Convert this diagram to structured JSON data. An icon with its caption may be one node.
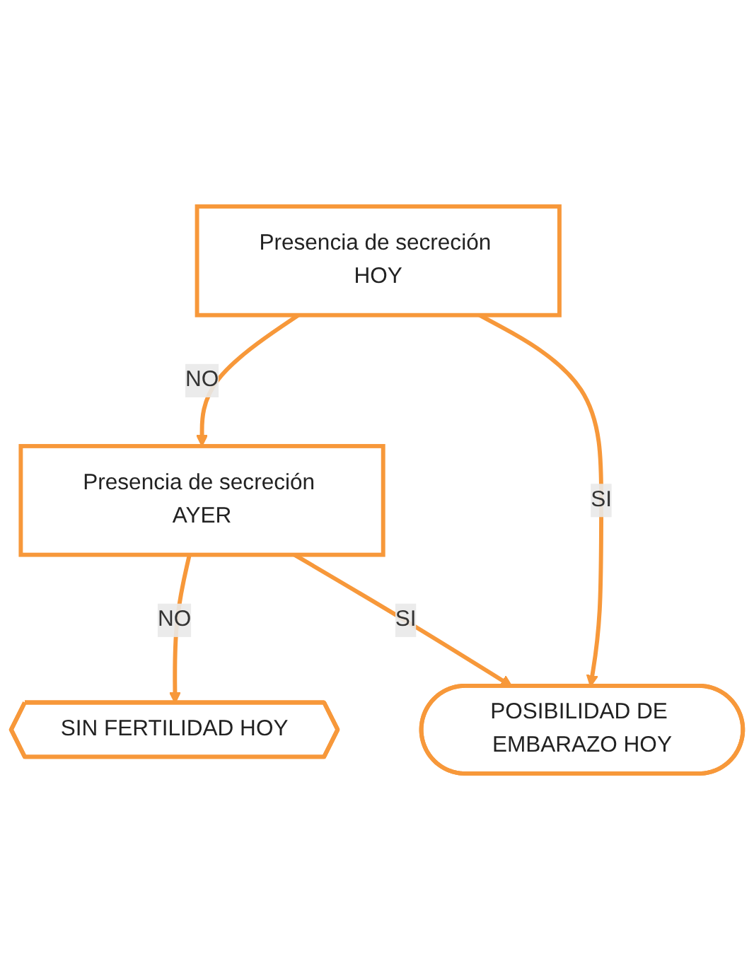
{
  "diagram": {
    "nodes": [
      {
        "text": [
          "Presencia de secreción HOY"
        ]
      },
      {
        "text": [
          "Presencia de secreción AYER"
        ]
      },
      {
        "text": [
          "SIN FERTILIDAD HOY"
        ]
      },
      {
        "text": [
          "POSIBILIDAD DE EMBARAZO HOY"
        ]
      }
    ],
    "edges": [
      {
        "from": 0,
        "to": 1,
        "arrow": "to",
        "label": "NO"
      },
      {
        "from": 0,
        "to": 3,
        "arrow": "to",
        "label": "SI"
      },
      {
        "from": 1,
        "to": 2,
        "arrow": "to",
        "label": "NO"
      },
      {
        "from": 1,
        "to": 3,
        "arrow": "to",
        "label": "SI"
      }
    ]
  }
}
